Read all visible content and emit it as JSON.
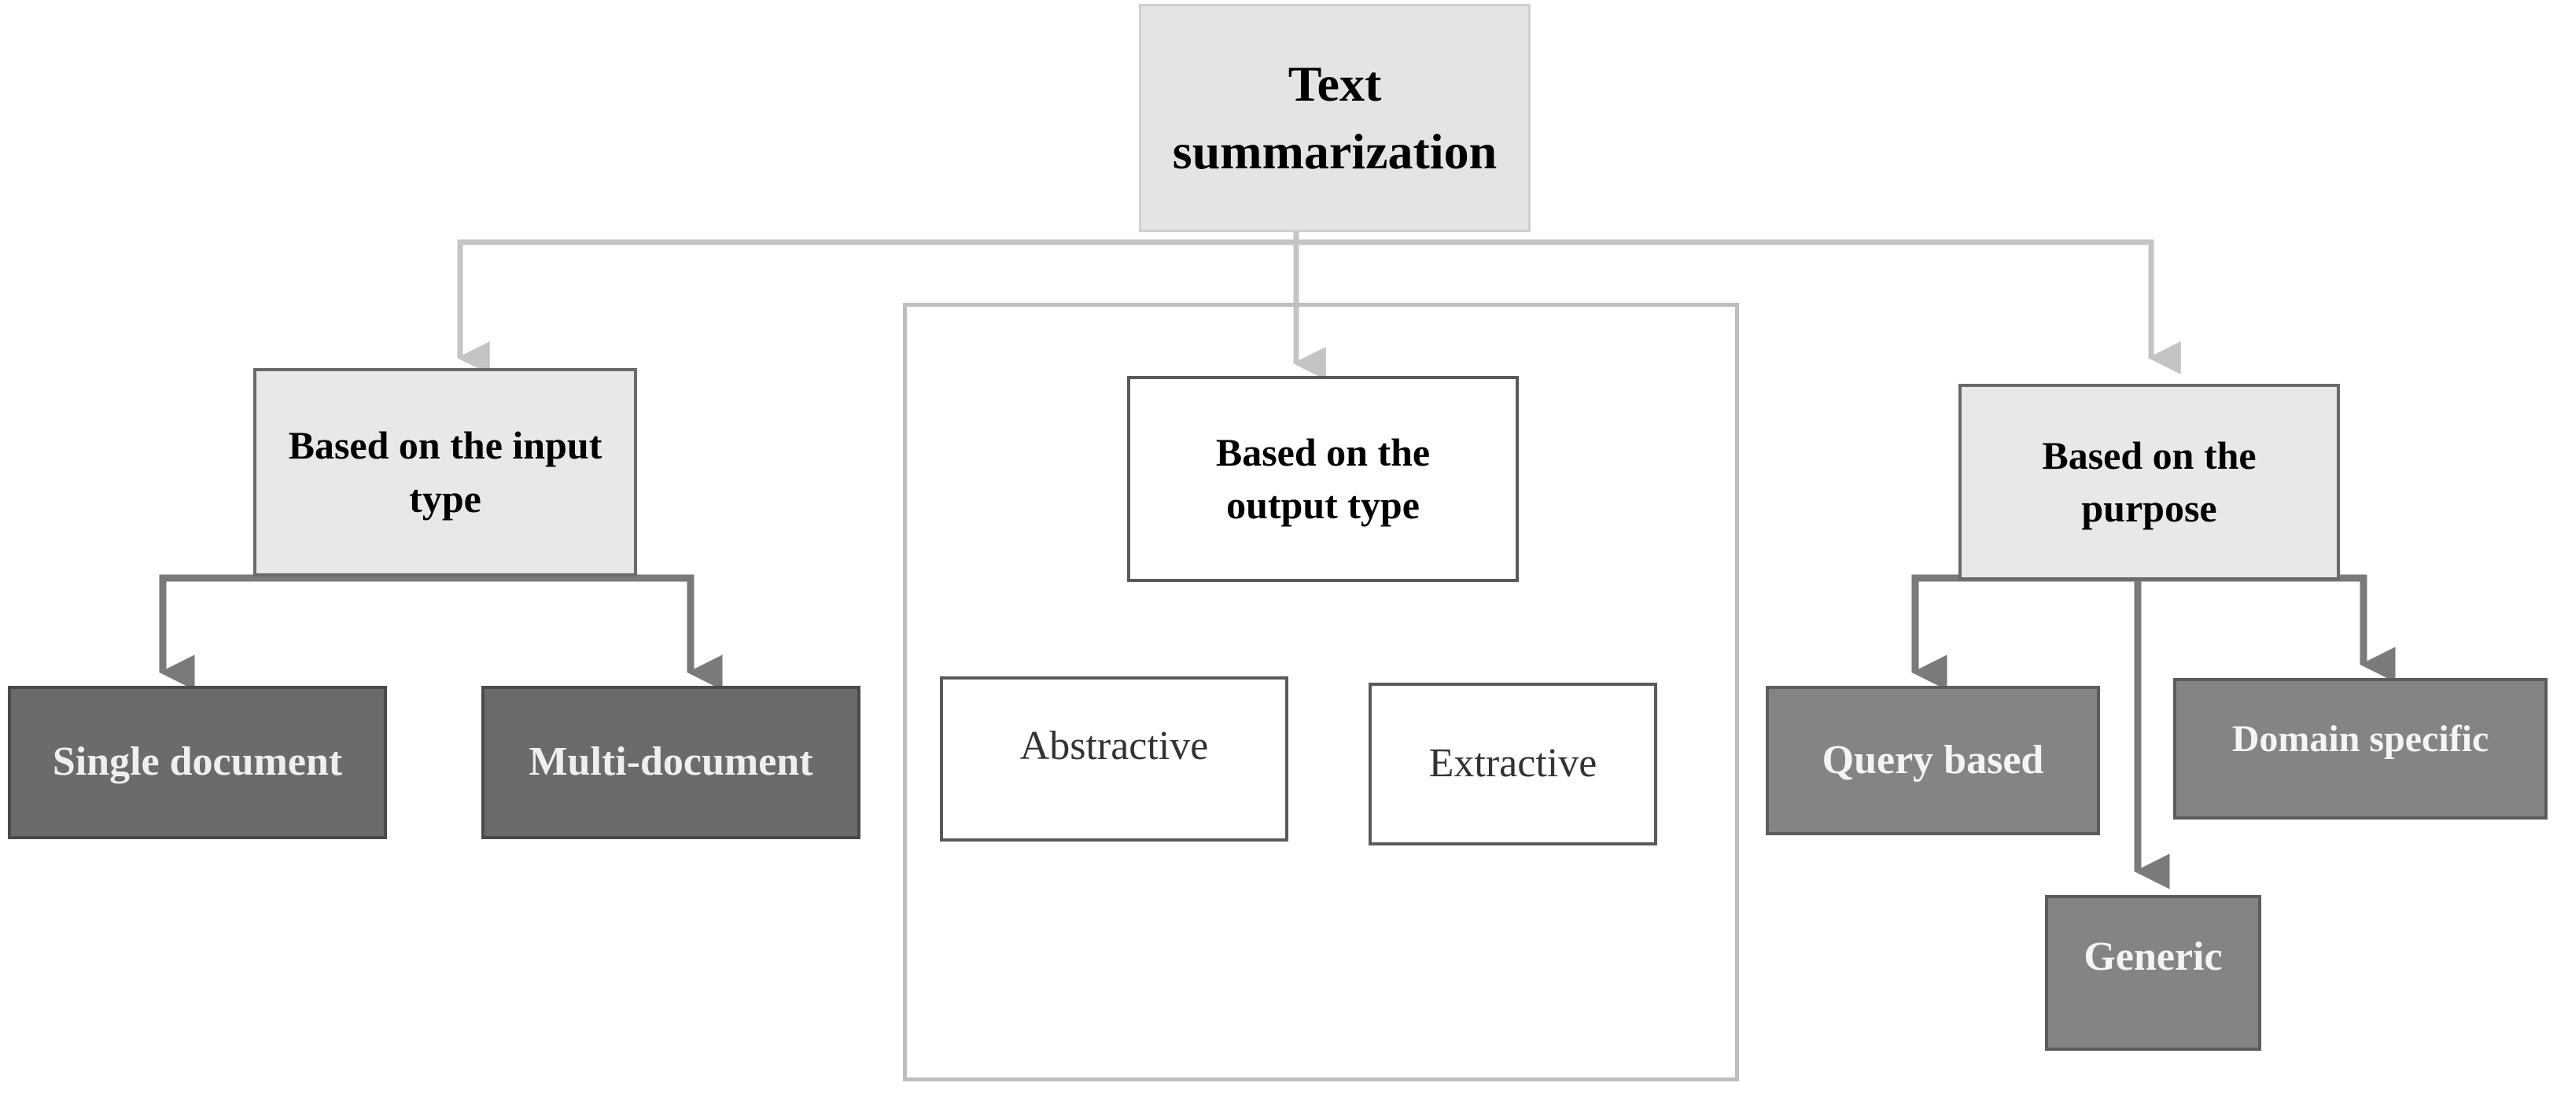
{
  "root": {
    "label": "Text\nsummarization"
  },
  "input_type": {
    "label": "Based on the input type",
    "children": [
      "Single document",
      "Multi-document"
    ]
  },
  "output_type": {
    "label": "Based on the output type",
    "children": [
      "Abstractive",
      "Extractive"
    ]
  },
  "purpose": {
    "label": "Based on the purpose",
    "children": [
      "Query based",
      "Generic",
      "Domain specific"
    ]
  },
  "colors": {
    "connector_light": "#bdbdbd",
    "connector_dark": "#7a7a7a",
    "leaf_dark": "#6b6b6b",
    "leaf_mid": "#848484",
    "category_fill": "#e8e8e8"
  }
}
